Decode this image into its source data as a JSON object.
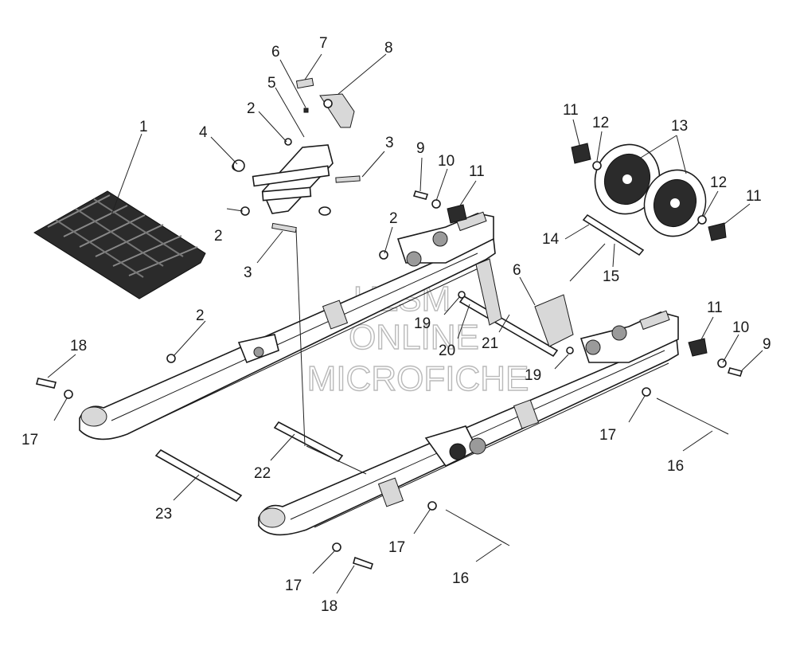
{
  "watermark": {
    "line1": "HLSM",
    "line2": "ONLINE",
    "line3": "MICROFICHE"
  },
  "callouts": [
    {
      "id": "c1",
      "text": "1"
    },
    {
      "id": "c2a",
      "text": "2"
    },
    {
      "id": "c2b",
      "text": "2"
    },
    {
      "id": "c2c",
      "text": "2"
    },
    {
      "id": "c2d",
      "text": "2"
    },
    {
      "id": "c3a",
      "text": "3"
    },
    {
      "id": "c3b",
      "text": "3"
    },
    {
      "id": "c4",
      "text": "4"
    },
    {
      "id": "c5",
      "text": "5"
    },
    {
      "id": "c6a",
      "text": "6"
    },
    {
      "id": "c6b",
      "text": "6"
    },
    {
      "id": "c7",
      "text": "7"
    },
    {
      "id": "c8",
      "text": "8"
    },
    {
      "id": "c9a",
      "text": "9"
    },
    {
      "id": "c9b",
      "text": "9"
    },
    {
      "id": "c10a",
      "text": "10"
    },
    {
      "id": "c10b",
      "text": "10"
    },
    {
      "id": "c11a",
      "text": "11"
    },
    {
      "id": "c11b",
      "text": "11"
    },
    {
      "id": "c11c",
      "text": "11"
    },
    {
      "id": "c11d",
      "text": "11"
    },
    {
      "id": "c12a",
      "text": "12"
    },
    {
      "id": "c12b",
      "text": "12"
    },
    {
      "id": "c13",
      "text": "13"
    },
    {
      "id": "c14",
      "text": "14"
    },
    {
      "id": "c15",
      "text": "15"
    },
    {
      "id": "c16a",
      "text": "16"
    },
    {
      "id": "c16b",
      "text": "16"
    },
    {
      "id": "c17a",
      "text": "17"
    },
    {
      "id": "c17b",
      "text": "17"
    },
    {
      "id": "c17c",
      "text": "17"
    },
    {
      "id": "c17d",
      "text": "17"
    },
    {
      "id": "c18a",
      "text": "18"
    },
    {
      "id": "c18b",
      "text": "18"
    },
    {
      "id": "c19a",
      "text": "19"
    },
    {
      "id": "c19b",
      "text": "19"
    },
    {
      "id": "c20",
      "text": "20"
    },
    {
      "id": "c21",
      "text": "21"
    },
    {
      "id": "c22",
      "text": "22"
    },
    {
      "id": "c23",
      "text": "23"
    }
  ]
}
